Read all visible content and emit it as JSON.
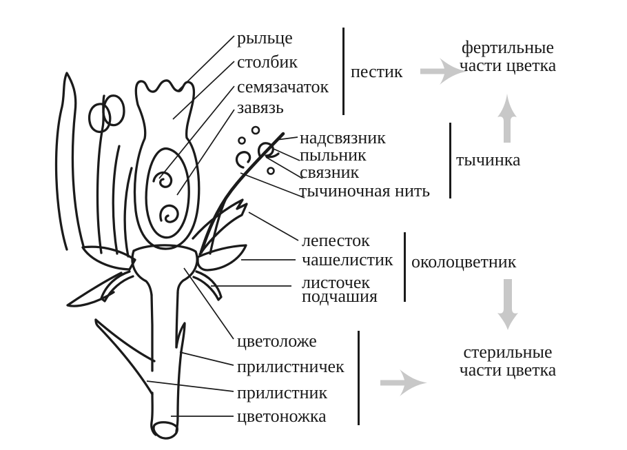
{
  "colors": {
    "background": "#ffffff",
    "ink": "#1b1b1b",
    "arrow": "#c8c8c8"
  },
  "labels": {
    "pistil_parts": [
      "рыльце",
      "столбик",
      "семязачаток",
      "завязь"
    ],
    "pistil_group": "пестик",
    "stamen_parts": [
      "надсвязник",
      "пыльник",
      "связник",
      "тычиночная нить"
    ],
    "stamen_group": "тычинка",
    "perianth_parts": [
      "лепесток",
      "чашелистик",
      "листочек подчашия"
    ],
    "perianth_group": "околоцветник",
    "lower_parts": [
      "цветоложе",
      "прилистничек",
      "прилистник",
      "цветоножка"
    ],
    "fertile_group": "фертильные части цветка",
    "sterile_group": "стерильные части цветка"
  }
}
